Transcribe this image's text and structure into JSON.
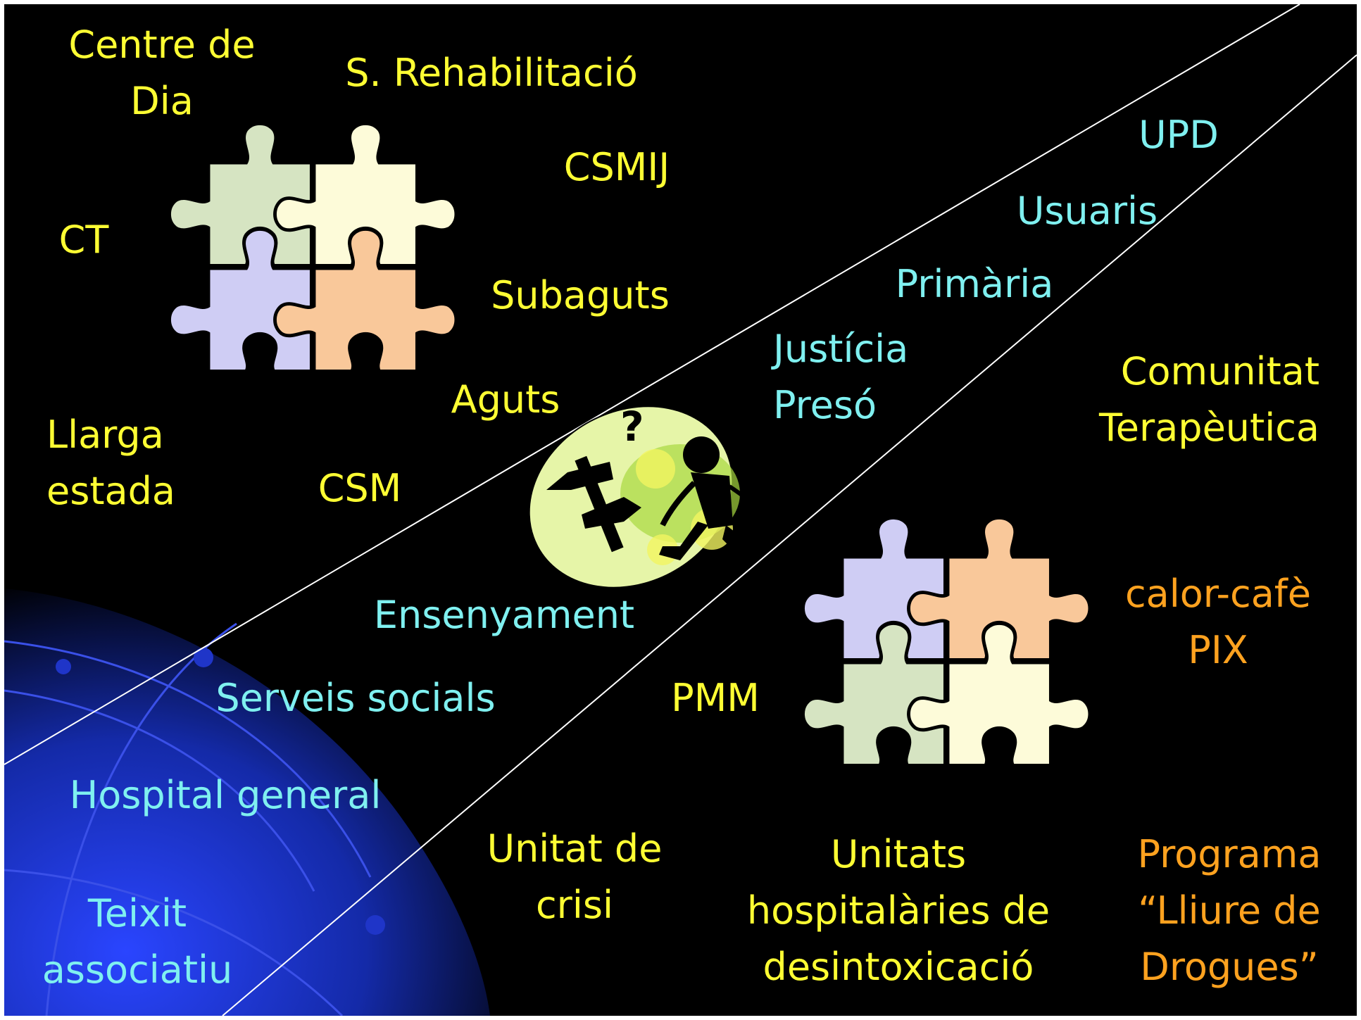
{
  "colors": {
    "background": "#000000",
    "yellow_text": "#ffff33",
    "cyan_text": "#7ff0f0",
    "orange_text": "#ffa21f",
    "puzzle_green": "#d6e4c2",
    "puzzle_cream": "#fdfbd9",
    "puzzle_lavender": "#cfcdf4",
    "puzzle_peach": "#f9c89a",
    "ellipse_fill": "#e6f5a8",
    "globe_blue": "#1a2fd0"
  },
  "icons": {
    "puzzle_top_left": "jigsaw-puzzle-icon",
    "puzzle_bottom_right": "jigsaw-puzzle-icon",
    "center": "confused-person-crossroads-clipart"
  },
  "labels": {
    "centre_de_dia": [
      "Centre de",
      "Dia"
    ],
    "s_rehabilitacio": "S. Rehabilitació",
    "csmij": "CSMIJ",
    "ct": "CT",
    "subaguts": "Subaguts",
    "aguts": "Aguts",
    "llarga_estada": [
      "Llarga",
      "estada"
    ],
    "csm": "CSM",
    "upd": "UPD",
    "usuaris": "Usuaris",
    "primaria": "Primària",
    "justicia_preso": [
      "Justícia",
      "Presó"
    ],
    "comunitat_terapeutica": [
      "Comunitat",
      "Terapèutica"
    ],
    "calor_cafe_pix": [
      "calor-cafè",
      "PIX"
    ],
    "ensenyament": "Ensenyament",
    "serveis_socials": "Serveis socials",
    "pmm": "PMM",
    "hospital_general": "Hospital general",
    "unitat_de_crisi": [
      "Unitat de",
      "crisi"
    ],
    "unitats_hospitalaries": [
      "Unitats",
      "hospitalàries de",
      "desintoxicació"
    ],
    "programa_lliure": [
      "Programa",
      "“Lliure de",
      "Drogues”"
    ],
    "teixit_associatiu": [
      "Teixit",
      "associatiu"
    ]
  }
}
